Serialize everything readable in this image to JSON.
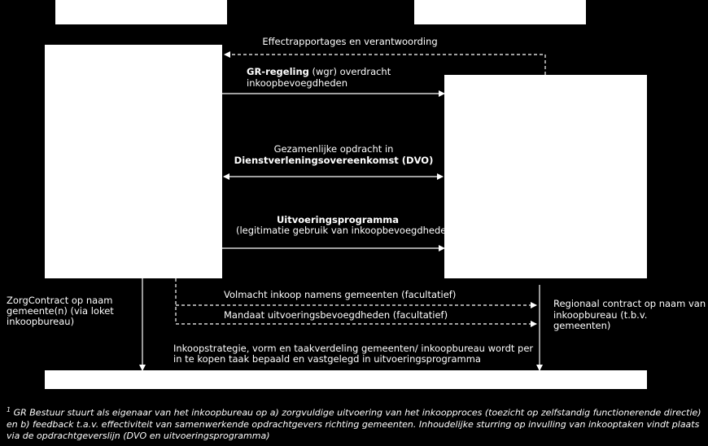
{
  "arrows": {
    "effect": "Effectrapportages en verantwoording",
    "gr_bold": "GR-regeling",
    "gr_rest": " (wgr) overdracht",
    "gr_line2": "inkoopbevoegdheden",
    "dvo_line1": "Gezamenlijke opdracht in",
    "dvo_line2": "Dienstverleningsovereenkomst (DVO)",
    "uit_line1": "Uitvoeringsprogramma",
    "uit_line2": "(legitimatie gebruik van inkoopbevoegdheden",
    "volmacht": "Volmacht inkoop namens gemeenten (facultatief)",
    "mandaat": "Mandaat uitvoeringsbevoegdheden (facultatief)"
  },
  "left_note": [
    "ZorgContract op naam",
    "gemeente(n) (via loket",
    "inkoopbureau)"
  ],
  "right_note": [
    "Regionaal contract op naam van",
    "inkoopbureau (t.b.v.",
    "gemeenten)"
  ],
  "strategy": [
    "Inkoopstrategie, vorm en taakverdeling gemeenten/ inkoopbureau wordt per",
    "in te kopen taak bepaald en vastgelegd in uitvoeringsprogramma"
  ],
  "footnote": {
    "marker": "1",
    "text": " GR Bestuur stuurt als eigenaar van het inkoopbureau op a) zorgvuldige uitvoering van het inkoopproces (toezicht op zelfstandig functionerende directie) en b) feedback t.a.v. effectiviteit van samenwerkende opdrachtgevers richting gemeenten. Inhoudelijke sturring op invulling van inkooptaken vindt plaats via de opdrachtgeverslijn (DVO en uitvoeringsprogramma)"
  },
  "colors": {
    "background": "#000000",
    "box": "#ffffff",
    "line": "#ffffff"
  }
}
